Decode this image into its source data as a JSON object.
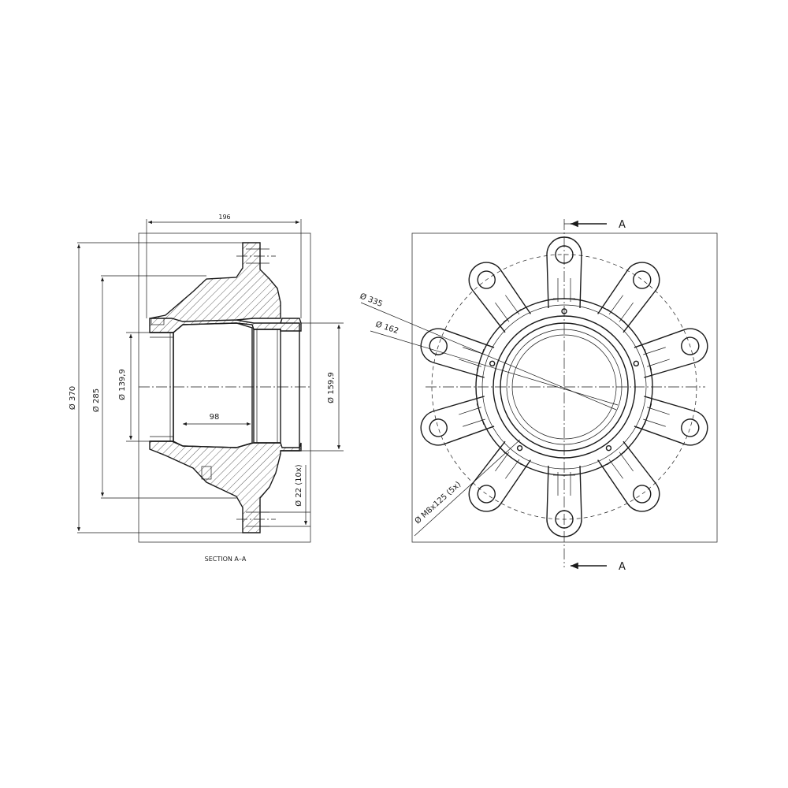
{
  "section_view": {
    "width_dim": "196",
    "dia_370": "Ø 370",
    "dia_285": "Ø 285",
    "dia_139_9": "Ø 139,9",
    "dia_159_9": "Ø 159,9",
    "inner_dim": "98",
    "hole_dim": "Ø 22  (10x)",
    "caption": "SECTION  A–A"
  },
  "front_view": {
    "section_mark_top": "A",
    "section_mark_bottom": "A",
    "dia_335": "Ø 335",
    "dia_162": "Ø 162",
    "thread_note": "Ø M8x125  (5x)"
  },
  "colors": {
    "line": "#1a1a1a",
    "background": "#ffffff"
  }
}
